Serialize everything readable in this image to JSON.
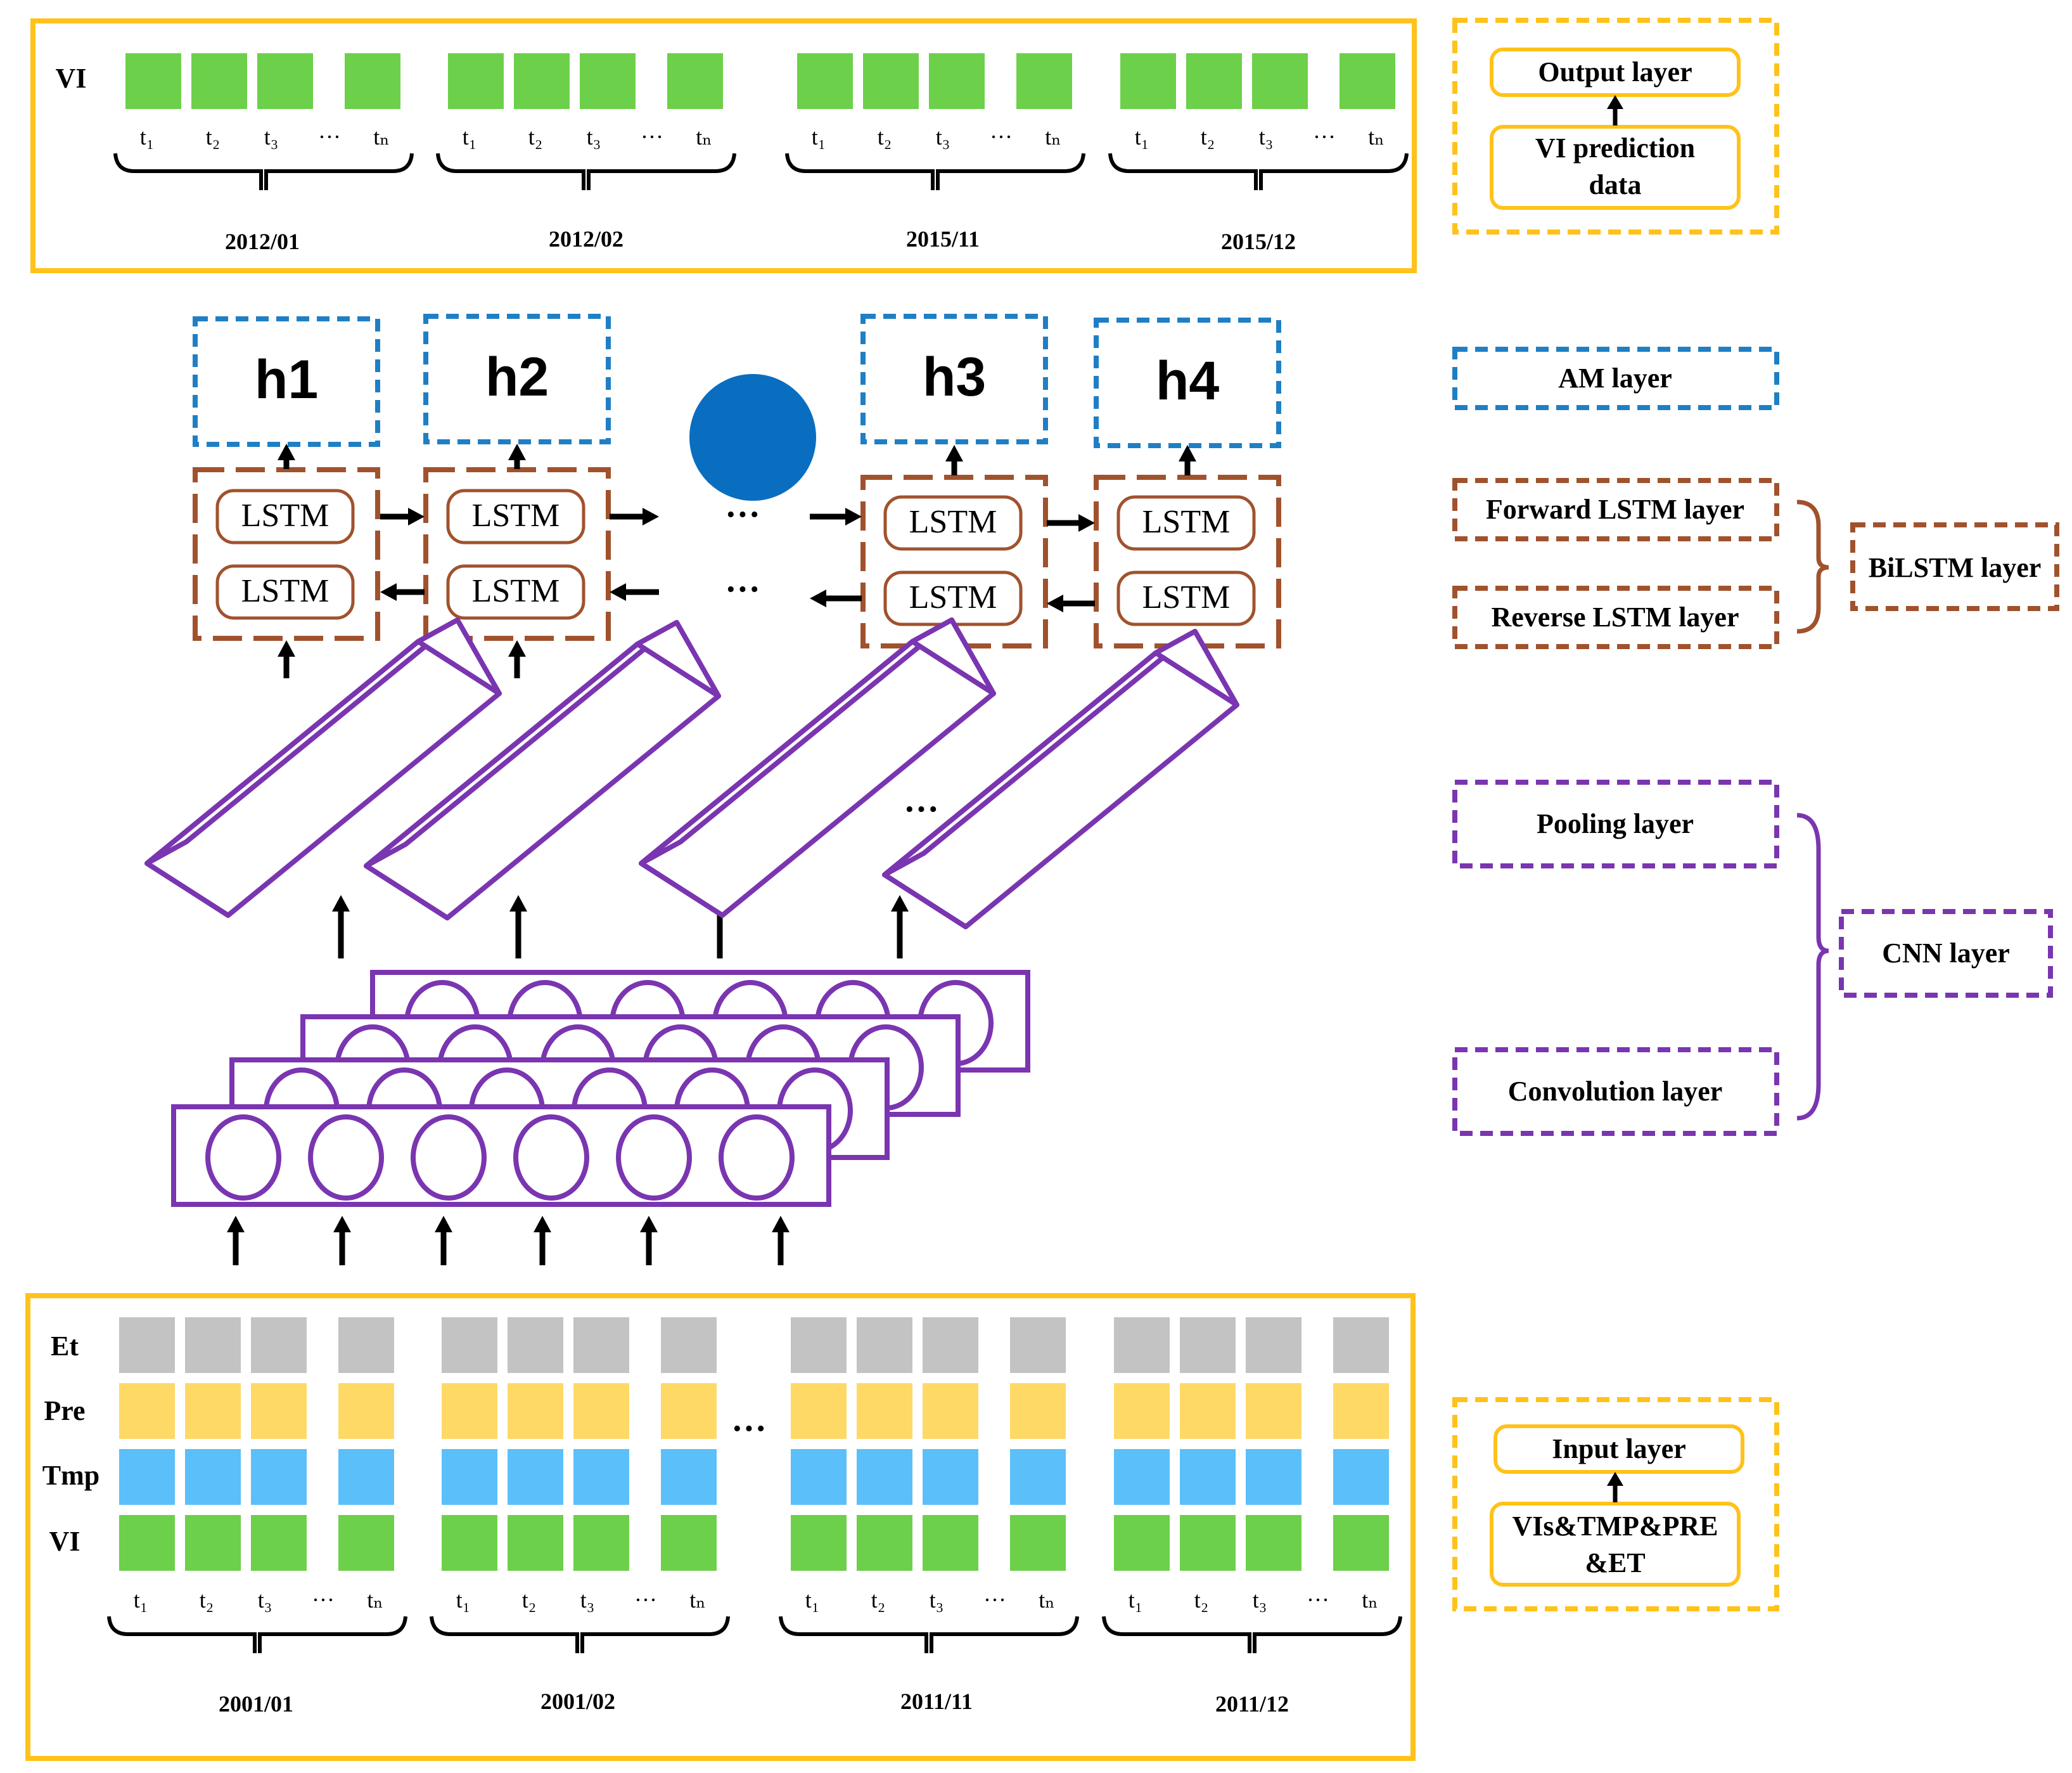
{
  "output_panel": {
    "row_label": "VI",
    "time_labels": [
      "t₁",
      "t₂",
      "t₃",
      "···",
      "tₙ"
    ],
    "groups": [
      "2012/01",
      "2012/02",
      "2015/11",
      "2015/12"
    ]
  },
  "input_panel": {
    "row_labels": [
      "Et",
      "Pre",
      "Tmp",
      "VI"
    ],
    "time_labels": [
      "t₁",
      "t₂",
      "t₃",
      "···",
      "tₙ"
    ],
    "groups": [
      "2001/01",
      "2001/02",
      "2011/11",
      "2011/12"
    ],
    "between_dots": "···"
  },
  "attention": {
    "cells": [
      "h1",
      "h2",
      "h3",
      "h4"
    ]
  },
  "bilstm": {
    "cell_label": "LSTM",
    "dots_top": "···",
    "dots_bottom": "···"
  },
  "pooling": {
    "dots": "···"
  },
  "legend": {
    "output_layer": "Output layer",
    "vi_prediction_line1": "VI prediction",
    "vi_prediction_line2": "data",
    "am_layer": "AM layer",
    "forward_lstm": "Forward LSTM  layer",
    "reverse_lstm": "Reverse LSTM  layer",
    "bilstm_layer": "BiLSTM layer",
    "pooling_layer": "Pooling  layer",
    "convolution_layer": "Convolution layer",
    "cnn_layer": "CNN layer",
    "input_layer": "Input layer",
    "input_data_line1": "VIs&TMP&PRE",
    "input_data_line2": "&ET"
  },
  "colors": {
    "frame_yellow": "#FFC21A",
    "vi_green": "#6CD04A",
    "et_gray": "#C3C3C3",
    "pre_yellow": "#FFD966",
    "tmp_blue": "#5BBFFA",
    "am_blue": "#1F7FC4",
    "attention_dot": "#0A6EC0",
    "lstm_brown": "#A0522D",
    "cnn_purple": "#7A35B0"
  }
}
